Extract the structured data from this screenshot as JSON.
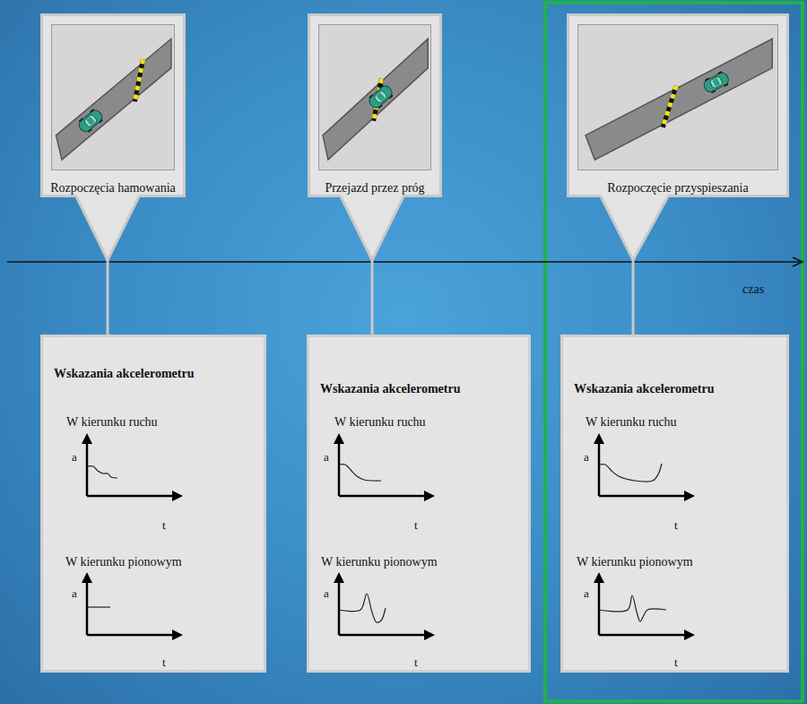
{
  "diagram": {
    "nodes": [
      {
        "text": [
          "Rozpoczęcia hamowania"
        ]
      },
      {
        "text": [
          "Przejazd przez próg"
        ]
      },
      {
        "text": [
          "Rozpoczęcie przyspieszania"
        ]
      },
      {
        "text": [
          "Wskazania akcelerometru",
          "W kierunku ruchu",
          "a",
          "t",
          "W kierunku pionowym",
          "a",
          "t"
        ]
      },
      {
        "text": [
          "Wskazania akcelerometru",
          "W kierunku ruchu",
          "a",
          "t",
          "W kierunku pionowym",
          "a",
          "t"
        ]
      },
      {
        "text": [
          "Wskazania akcelerometru",
          "W kierunku ruchu",
          "a",
          "t",
          "W kierunku pionowym",
          "a",
          "t"
        ]
      }
    ],
    "edges": [
      {
        "from": 0,
        "to": 3,
        "arrow": "none"
      },
      {
        "from": 1,
        "to": 4,
        "arrow": "none"
      },
      {
        "from": 2,
        "to": 5,
        "arrow": "none"
      }
    ],
    "labels": [
      "czas"
    ]
  }
}
